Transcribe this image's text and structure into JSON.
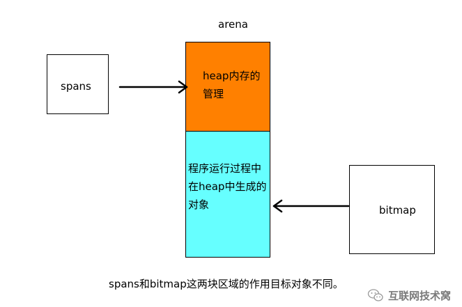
{
  "diagram": {
    "arena_label": "arena",
    "spans_label": "spans",
    "bitmap_label": "bitmap",
    "heap_management_lines": [
      "heap内存的",
      "管理"
    ],
    "heap_objects_lines": [
      "程序运行过程中",
      "在heap中生成的",
      "对象"
    ],
    "caption": "spans和bitmap这两块区域的作用目标对象不同。"
  },
  "watermark": {
    "text": "互联网技术窝",
    "icon": "wechat-bubbles-icon"
  },
  "colors": {
    "heap_management_fill": "#ff8000",
    "heap_objects_fill": "#66ffff",
    "stroke": "#000000"
  }
}
